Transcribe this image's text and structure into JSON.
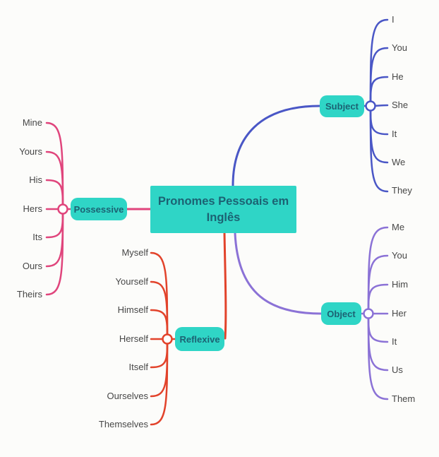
{
  "title": "Pronomes Pessoais em Inglês",
  "background": "#fcfcfa",
  "node_fill": "#2fd5c6",
  "node_text_color": "#1c6273",
  "label_color": "#474747",
  "branches": [
    {
      "label": "Subject",
      "color": "#4a57c6",
      "children": [
        "I",
        "You",
        "He",
        "She",
        "It",
        "We",
        "They"
      ]
    },
    {
      "label": "Possessive",
      "color": "#e0457c",
      "children": [
        "Mine",
        "Yours",
        "His",
        "Hers",
        "Its",
        "Ours",
        "Theirs"
      ]
    },
    {
      "label": "Reflexive",
      "color": "#e2432b",
      "children": [
        "Myself",
        "Yourself",
        "Himself",
        "Herself",
        "Itself",
        "Ourselves",
        "Themselves"
      ]
    },
    {
      "label": "Object",
      "color": "#8b72d6",
      "children": [
        "Me",
        "You",
        "Him",
        "Her",
        "It",
        "Us",
        "Them"
      ]
    }
  ]
}
